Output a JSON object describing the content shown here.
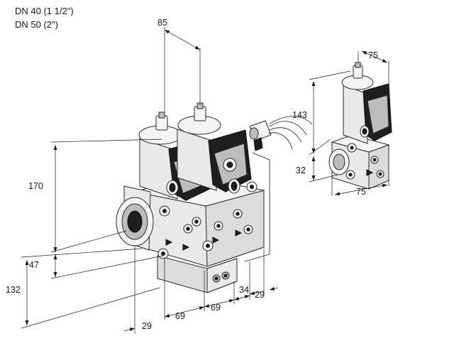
{
  "header": {
    "line1": "DN 40 (1 1/2\")",
    "line2": "DN 50 (2\")"
  },
  "dimensions": {
    "d85": "85",
    "d170": "170",
    "d47": "47",
    "d132": "132",
    "d29_bottom": "29",
    "d69_left": "69",
    "d69_right": "69",
    "d34": "34",
    "d29_right": "29",
    "d75_top": "75",
    "d143": "143",
    "d32": "32",
    "d75_bottom": "75"
  }
}
